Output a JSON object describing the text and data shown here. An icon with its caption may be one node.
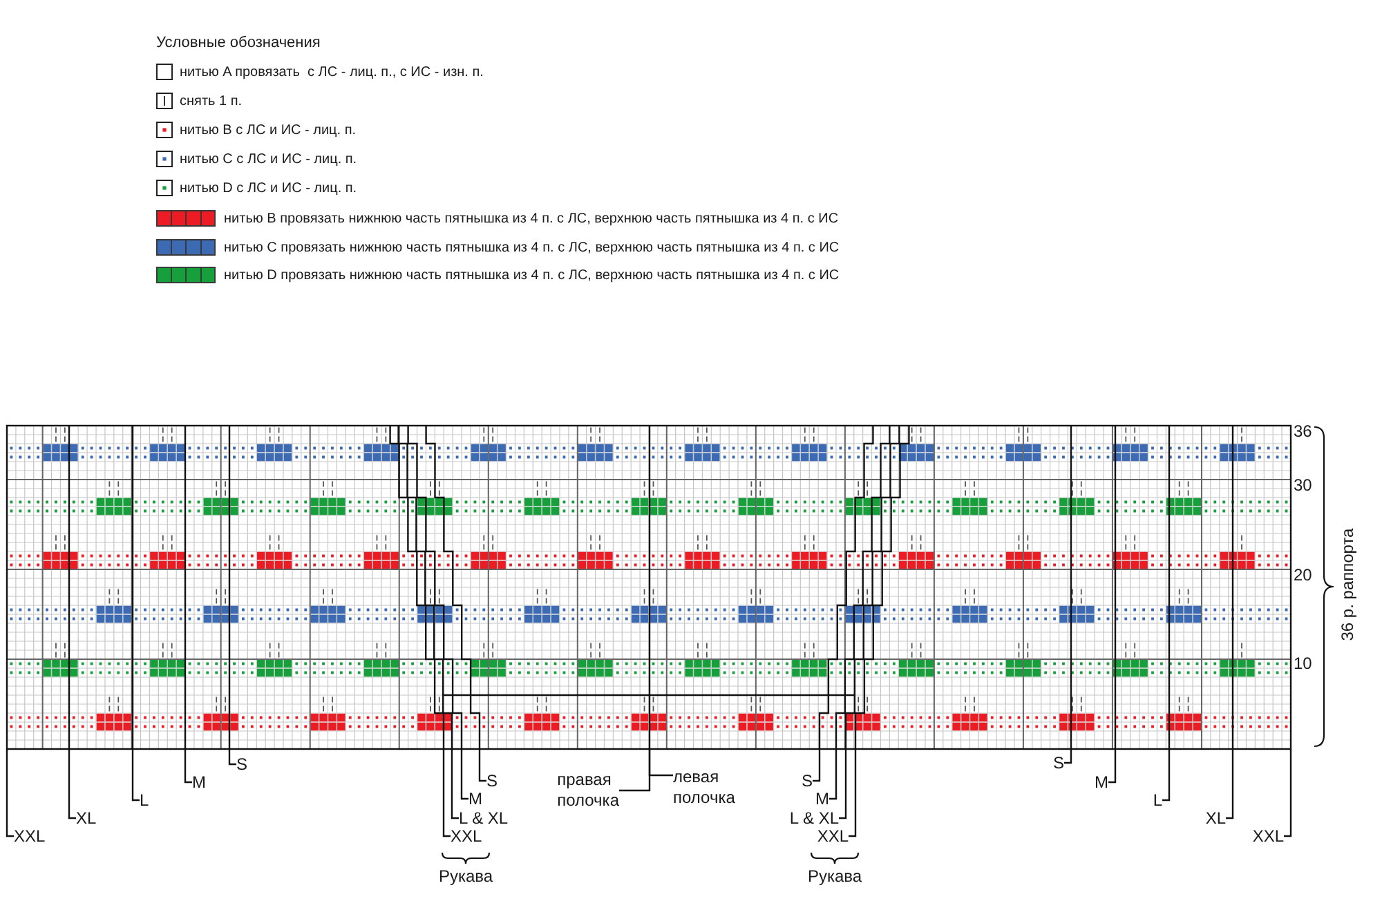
{
  "diagram": {
    "nodes": [
      {
        "text": [
          "XXL"
        ]
      },
      {
        "text": [
          "XL"
        ]
      },
      {
        "text": [
          "L"
        ]
      },
      {
        "text": [
          "M"
        ]
      },
      {
        "text": [
          "S"
        ]
      },
      {
        "text": [
          "S"
        ]
      },
      {
        "text": [
          "M"
        ]
      },
      {
        "text": [
          "L & XL"
        ]
      },
      {
        "text": [
          "XXL"
        ]
      },
      {
        "text": [
          "правая полочка"
        ]
      },
      {
        "text": [
          "левая полочка"
        ]
      },
      {
        "text": [
          "S"
        ]
      },
      {
        "text": [
          "M"
        ]
      },
      {
        "text": [
          "L & XL"
        ]
      },
      {
        "text": [
          "XXL"
        ]
      },
      {
        "text": [
          "S"
        ]
      },
      {
        "text": [
          "M"
        ]
      },
      {
        "text": [
          "L"
        ]
      },
      {
        "text": [
          "XL"
        ]
      },
      {
        "text": [
          "XXL"
        ]
      }
    ],
    "edges": [
      {
        "from": 0,
        "to": null,
        "arrow": "none"
      },
      {
        "from": 1,
        "to": null,
        "arrow": "none"
      },
      {
        "from": 2,
        "to": null,
        "arrow": "none"
      },
      {
        "from": 3,
        "to": null,
        "arrow": "none"
      },
      {
        "from": 4,
        "to": null,
        "arrow": "none"
      },
      {
        "from": 5,
        "to": null,
        "arrow": "none"
      },
      {
        "from": 6,
        "to": null,
        "arrow": "none"
      },
      {
        "from": 7,
        "to": null,
        "arrow": "none"
      },
      {
        "from": 8,
        "to": null,
        "arrow": "none"
      },
      {
        "from": 9,
        "to": null,
        "arrow": "none"
      },
      {
        "from": 10,
        "to": null,
        "arrow": "none"
      },
      {
        "from": 11,
        "to": null,
        "arrow": "none"
      },
      {
        "from": 12,
        "to": null,
        "arrow": "none"
      },
      {
        "from": 13,
        "to": null,
        "arrow": "none"
      },
      {
        "from": 14,
        "to": null,
        "arrow": "none"
      },
      {
        "from": 15,
        "to": null,
        "arrow": "none"
      },
      {
        "from": 16,
        "to": null,
        "arrow": "none"
      },
      {
        "from": 17,
        "to": null,
        "arrow": "none"
      },
      {
        "from": 18,
        "to": null,
        "arrow": "none"
      },
      {
        "from": 19,
        "to": null,
        "arrow": "none"
      }
    ],
    "labels": [
      "Условные обозначения",
      "36",
      "30",
      "20",
      "10",
      "36 р. раппорта",
      "Рукава",
      "Рукава"
    ],
    "legend": [
      {
        "text": "нитью A провязать  с ЛС - лиц. п., с ИС - изн. п."
      },
      {
        "text": "снять 1 п."
      },
      {
        "text": "нитью B с ЛС и ИС - лиц. п."
      },
      {
        "text": "нитью C с ЛС и ИС - лиц. п."
      },
      {
        "text": "нитью D с ЛС и ИС - лиц. п."
      },
      {
        "text": "нитью B провязать нижнюю часть пятнышка из 4 п. с ЛС, верхнюю часть пятнышка из 4 п. с ИС",
        "color": "#ec1c24"
      },
      {
        "text": "нитью C провязать нижнюю часть пятнышка из 4 п. с ЛС, верхнюю часть пятнышка из 4 п. с ИС",
        "color": "#3c6bb3"
      },
      {
        "text": "нитью D провязать нижнюю часть пятнышка из 4 п. с ЛС, верхнюю часть пятнышка из 4 п. с ИС",
        "color": "#169f3b"
      }
    ]
  }
}
